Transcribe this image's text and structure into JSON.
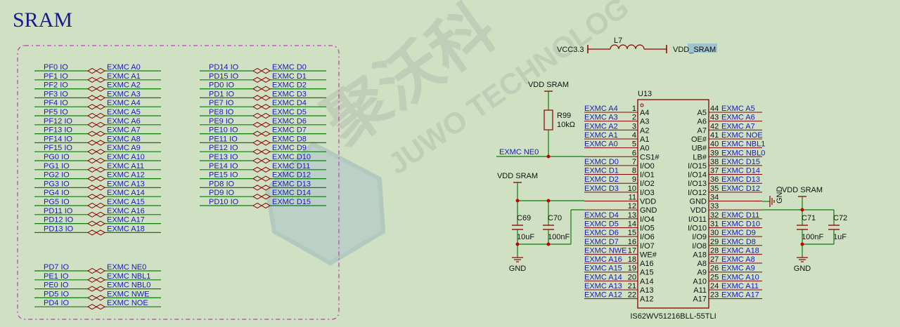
{
  "title": "SRAM",
  "watermark": {
    "cn": "聚沃科",
    "en": "JUWO TECHNOLOG"
  },
  "left_nets": [
    [
      "PF0_IO",
      "EXMC_A0"
    ],
    [
      "PF1_IO",
      "EXMC_A1"
    ],
    [
      "PF2_IO",
      "EXMC_A2"
    ],
    [
      "PF3_IO",
      "EXMC_A3"
    ],
    [
      "PF4_IO",
      "EXMC_A4"
    ],
    [
      "PF5_IO",
      "EXMC_A5"
    ],
    [
      "PF12_IO",
      "EXMC_A6"
    ],
    [
      "PF13_IO",
      "EXMC_A7"
    ],
    [
      "PF14_IO",
      "EXMC_A8"
    ],
    [
      "PF15_IO",
      "EXMC_A9"
    ],
    [
      "PG0_IO",
      "EXMC_A10"
    ],
    [
      "PG1_IO",
      "EXMC_A11"
    ],
    [
      "PG2_IO",
      "EXMC_A12"
    ],
    [
      "PG3_IO",
      "EXMC_A13"
    ],
    [
      "PG4_IO",
      "EXMC_A14"
    ],
    [
      "PG5_IO",
      "EXMC_A15"
    ],
    [
      "PD11_IO",
      "EXMC_A16"
    ],
    [
      "PD12_IO",
      "EXMC_A17"
    ],
    [
      "PD13_IO",
      "EXMC_A18"
    ]
  ],
  "middle_nets": [
    [
      "PD14_IO",
      "EXMC_D0"
    ],
    [
      "PD15_IO",
      "EXMC_D1"
    ],
    [
      "PD0_IO",
      "EXMC_D2"
    ],
    [
      "PD1_IO",
      "EXMC_D3"
    ],
    [
      "PE7_IO",
      "EXMC_D4"
    ],
    [
      "PE8_IO",
      "EXMC_D5"
    ],
    [
      "PE9_IO",
      "EXMC_D6"
    ],
    [
      "PE10_IO",
      "EXMC_D7"
    ],
    [
      "PE11_IO",
      "EXMC_D8"
    ],
    [
      "PE12_IO",
      "EXMC_D9"
    ],
    [
      "PE13_IO",
      "EXMC_D10"
    ],
    [
      "PE14_IO",
      "EXMC_D11"
    ],
    [
      "PE15_IO",
      "EXMC_D12"
    ],
    [
      "PD8_IO",
      "EXMC_D13"
    ],
    [
      "PD9_IO",
      "EXMC_D14"
    ],
    [
      "PD10_IO",
      "EXMC_D15"
    ]
  ],
  "control_nets": [
    [
      "PD7_IO",
      "EXMC_NE0"
    ],
    [
      "PE1_IO",
      "EXMC_NBL1"
    ],
    [
      "PE0_IO",
      "EXMC_NBL0"
    ],
    [
      "PD5_IO",
      "EXMC_NWE"
    ],
    [
      "PD4_IO",
      "EXMC_NOE"
    ]
  ],
  "inductor": {
    "ref": "L7",
    "left_net": "VCC3.3",
    "right_net": "VDD_SRAM"
  },
  "chip": {
    "ref": "U13",
    "part": "IS62WV51216BLL-55TLI",
    "left_pins": [
      {
        "num": "1",
        "name": "A4",
        "net": "EXMC_A4"
      },
      {
        "num": "2",
        "name": "A3",
        "net": "EXMC_A3"
      },
      {
        "num": "3",
        "name": "A2",
        "net": "EXMC_A2"
      },
      {
        "num": "4",
        "name": "A1",
        "net": "EXMC_A1"
      },
      {
        "num": "5",
        "name": "A0",
        "net": "EXMC_A0"
      },
      {
        "num": "6",
        "name": "CS1#",
        "net": ""
      },
      {
        "num": "7",
        "name": "I/O0",
        "net": "EXMC_D0"
      },
      {
        "num": "8",
        "name": "I/O1",
        "net": "EXMC_D1"
      },
      {
        "num": "9",
        "name": "I/O2",
        "net": "EXMC_D2"
      },
      {
        "num": "10",
        "name": "I/O3",
        "net": "EXMC_D3"
      },
      {
        "num": "11",
        "name": "VDD",
        "net": ""
      },
      {
        "num": "12",
        "name": "GND",
        "net": ""
      },
      {
        "num": "13",
        "name": "I/O4",
        "net": "EXMC_D4"
      },
      {
        "num": "14",
        "name": "I/O5",
        "net": "EXMC_D5"
      },
      {
        "num": "15",
        "name": "I/O6",
        "net": "EXMC_D6"
      },
      {
        "num": "16",
        "name": "I/O7",
        "net": "EXMC_D7"
      },
      {
        "num": "17",
        "name": "WE#",
        "net": "EXMC_NWE"
      },
      {
        "num": "18",
        "name": "A16",
        "net": "EXMC_A16"
      },
      {
        "num": "19",
        "name": "A15",
        "net": "EXMC_A15"
      },
      {
        "num": "20",
        "name": "A14",
        "net": "EXMC_A14"
      },
      {
        "num": "21",
        "name": "A13",
        "net": "EXMC_A13"
      },
      {
        "num": "22",
        "name": "A12",
        "net": "EXMC_A12"
      }
    ],
    "right_pins": [
      {
        "num": "44",
        "name": "A5",
        "net": "EXMC_A5"
      },
      {
        "num": "43",
        "name": "A6",
        "net": "EXMC_A6"
      },
      {
        "num": "42",
        "name": "A7",
        "net": "EXMC_A7"
      },
      {
        "num": "41",
        "name": "OE#",
        "net": "EXMC_NOE"
      },
      {
        "num": "40",
        "name": "UB#",
        "net": "EXMC_NBL1"
      },
      {
        "num": "39",
        "name": "LB#",
        "net": "EXMC_NBL0"
      },
      {
        "num": "38",
        "name": "I/O15",
        "net": "EXMC_D15"
      },
      {
        "num": "37",
        "name": "I/O14",
        "net": "EXMC_D14"
      },
      {
        "num": "36",
        "name": "I/O13",
        "net": "EXMC_D13"
      },
      {
        "num": "35",
        "name": "I/O12",
        "net": "EXMC_D12"
      },
      {
        "num": "34",
        "name": "GND",
        "net": ""
      },
      {
        "num": "33",
        "name": "VDD",
        "net": ""
      },
      {
        "num": "32",
        "name": "I/O11",
        "net": "EXMC_D11"
      },
      {
        "num": "31",
        "name": "I/O10",
        "net": "EXMC_D10"
      },
      {
        "num": "30",
        "name": "I/O9",
        "net": "EXMC_D9"
      },
      {
        "num": "29",
        "name": "I/O8",
        "net": "EXMC_D8"
      },
      {
        "num": "28",
        "name": "A18",
        "net": "EXMC_A18"
      },
      {
        "num": "27",
        "name": "A8",
        "net": "EXMC_A8"
      },
      {
        "num": "26",
        "name": "A9",
        "net": "EXMC_A9"
      },
      {
        "num": "25",
        "name": "A10",
        "net": "EXMC_A10"
      },
      {
        "num": "24",
        "name": "A11",
        "net": "EXMC_A11"
      },
      {
        "num": "23",
        "name": "A17",
        "net": "EXMC_A17"
      }
    ]
  },
  "resistor": {
    "ref": "R99",
    "value": "10kΩ",
    "top_net": "VDD_SRAM",
    "net": "EXMC_NE0"
  },
  "left_power": "VDD_SRAM",
  "right_power": "VDD_SRAM",
  "gnd": "GND",
  "caps": [
    {
      "ref": "C69",
      "value": "10uF"
    },
    {
      "ref": "C70",
      "value": "100nF"
    },
    {
      "ref": "C71",
      "value": "100nF"
    },
    {
      "ref": "C72",
      "value": "1uF"
    }
  ],
  "colors": {
    "background": "#cfe0c3",
    "wire": "#0b7d0b",
    "net_label": "#1a1ab8",
    "part": "#8b0000",
    "frame": "#d030c0"
  }
}
